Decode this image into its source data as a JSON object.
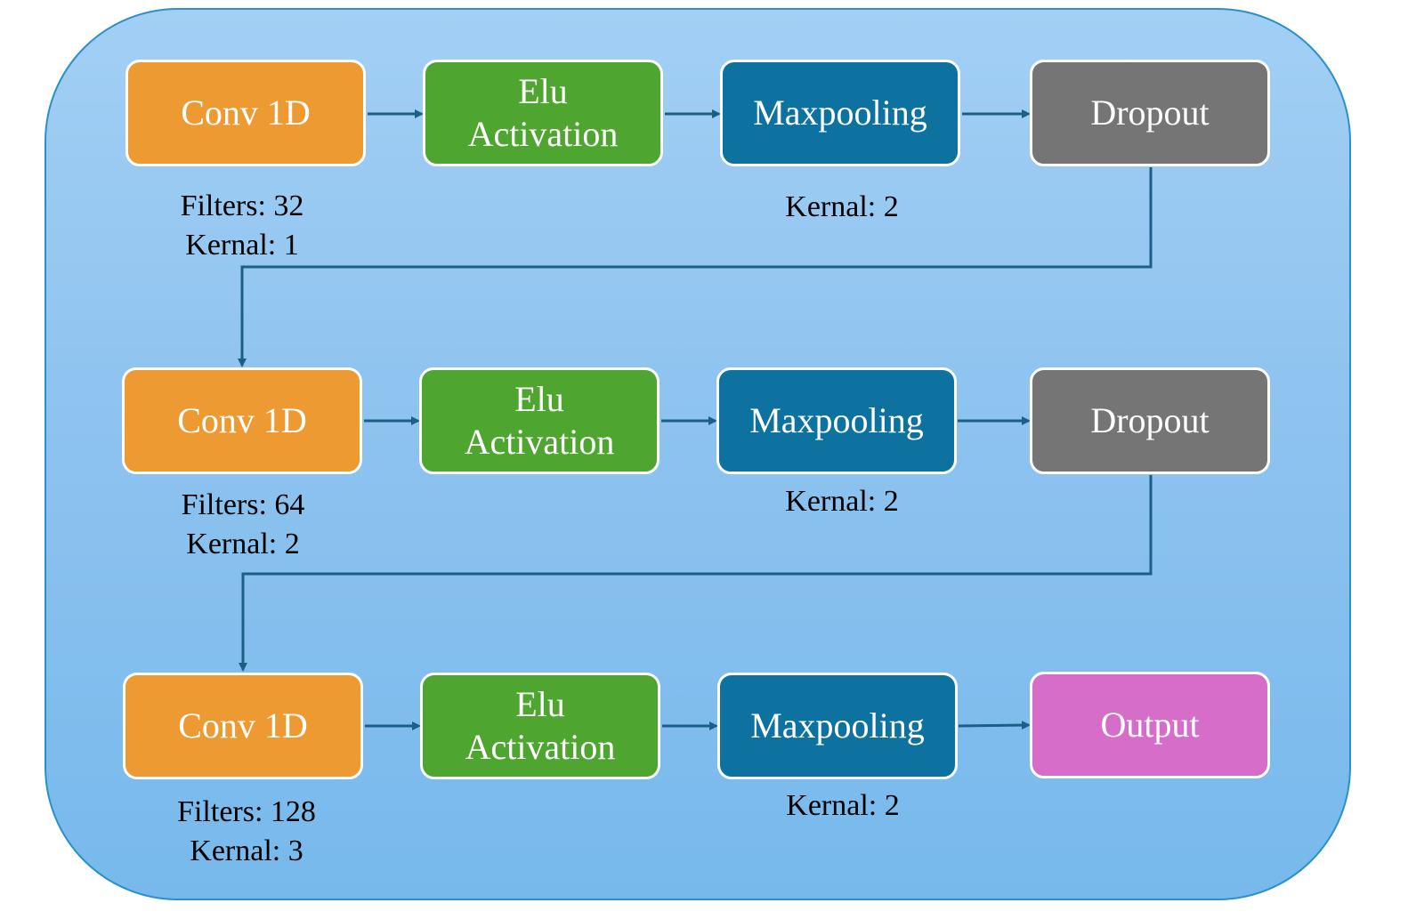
{
  "rows": [
    {
      "conv": {
        "label": "Conv 1D",
        "filters": "Filters: 32",
        "kernel": "Kernal: 1"
      },
      "elu": {
        "line1": "Elu",
        "line2": "Activation"
      },
      "maxpool": {
        "label": "Maxpooling",
        "kernel": "Kernal: 2"
      },
      "last": {
        "label": "Dropout"
      }
    },
    {
      "conv": {
        "label": "Conv 1D",
        "filters": "Filters: 64",
        "kernel": "Kernal: 2"
      },
      "elu": {
        "line1": "Elu",
        "line2": "Activation"
      },
      "maxpool": {
        "label": "Maxpooling",
        "kernel": "Kernal: 2"
      },
      "last": {
        "label": "Dropout"
      }
    },
    {
      "conv": {
        "label": "Conv 1D",
        "filters": "Filters: 128",
        "kernel": "Kernal: 3"
      },
      "elu": {
        "line1": "Elu",
        "line2": "Activation"
      },
      "maxpool": {
        "label": "Maxpooling",
        "kernel": "Kernal: 2"
      },
      "last": {
        "label": "Output"
      }
    }
  ],
  "colors": {
    "conv": "#ee9a32",
    "elu": "#4ea52f",
    "maxpool": "#0d72a0",
    "dropout": "#757575",
    "output": "#d66ec9",
    "connector": "#1a5f86"
  }
}
